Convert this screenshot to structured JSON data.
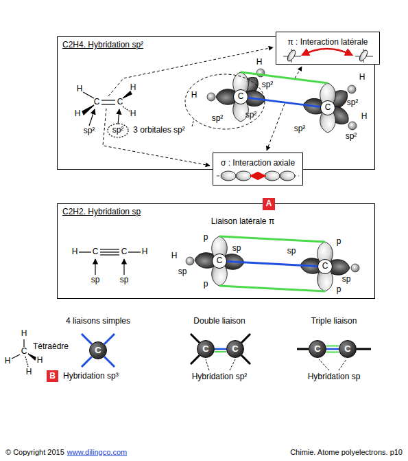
{
  "diagram": {
    "nodes": [
      {
        "text": [
          "C2H4. Hybridation sp²"
        ]
      },
      {
        "text": [
          "π : Interaction latérale"
        ]
      },
      {
        "text": [
          "C"
        ],
        "in": 0
      },
      {
        "text": [
          "C"
        ],
        "in": 0
      },
      {
        "text": [
          "σ : Interaction axiale"
        ]
      },
      {
        "text": [
          "C2H2. Hybridation sp"
        ]
      },
      {
        "text": [
          "A"
        ]
      },
      {
        "text": [
          "C"
        ],
        "in": 5
      },
      {
        "text": [
          "C"
        ],
        "in": 5
      },
      {
        "text": [
          "B"
        ]
      },
      {
        "text": [
          "C"
        ]
      },
      {
        "text": [
          "C"
        ]
      },
      {
        "text": [
          "C"
        ]
      },
      {
        "text": [
          "C"
        ]
      },
      {
        "text": [
          "C"
        ]
      }
    ],
    "edges": [
      {
        "from": 2,
        "to": 3,
        "arrow": "none"
      },
      {
        "from": 7,
        "to": 8,
        "arrow": "none"
      },
      {
        "from": 11,
        "to": 12,
        "arrow": "none"
      },
      {
        "from": 13,
        "to": 14,
        "arrow": "none"
      }
    ],
    "labels": [
      "H",
      "H",
      "C",
      "C",
      "H",
      "H",
      "sp²",
      "sp²",
      "3 orbitales sp²",
      "H",
      "H",
      "sp²",
      "sp²",
      "sp²",
      "H",
      "sp²",
      "sp²",
      "H",
      "sp²",
      "H",
      "C",
      "C",
      "H",
      "sp",
      "sp",
      "Liaison latérale π",
      "p",
      "H",
      "sp",
      "sp",
      "p",
      "sp",
      "p",
      "p",
      "sp",
      "4 liaisons simples",
      "H",
      "Tétraèdre",
      "C",
      "H",
      "H",
      "H",
      "Hybridation sp³",
      "Double liaison",
      "Hybridation sp²",
      "Triple liaison",
      "Hybridation sp",
      "© Copyright 2015",
      "www.dilingco.com",
      "Chimie. Atome polyelectrons. p10"
    ]
  }
}
